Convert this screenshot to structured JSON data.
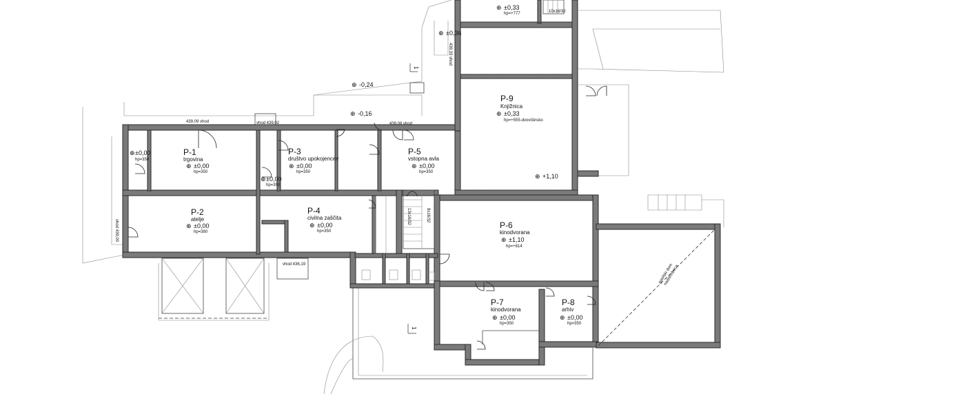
{
  "rooms": [
    {
      "code": "P-1",
      "name": "trgovina",
      "level": "±0,00",
      "hp": "hp=350"
    },
    {
      "code": "P-2",
      "name": "atelje",
      "level": "±0,00",
      "hp": "hp=380"
    },
    {
      "code": "P-3",
      "name": "društvo upokojencev",
      "level": "±0,00",
      "hp": "hp=350"
    },
    {
      "code": "P-4",
      "name": "civilna zaščita",
      "level": "±0,00",
      "hp": "hp=350"
    },
    {
      "code": "P-5",
      "name": "vstopna avla",
      "level": "±0,00",
      "hp": "hp=350"
    },
    {
      "code": "P-6",
      "name": "kinodvorana",
      "level": "±1,10",
      "hp": "hp=+814"
    },
    {
      "code": "P-7",
      "name": "kinodvorana",
      "level": "±0,00",
      "hp": "hp=350"
    },
    {
      "code": "P-8",
      "name": "arhiv",
      "level": "±0,00",
      "hp": "hp=350"
    },
    {
      "code": "P-9",
      "name": "Knjižnica",
      "level": "±0,33",
      "hp": "hp=+555-dvovišinsko"
    }
  ],
  "elevations": {
    "top_room": "±0,33",
    "top_room_hp": "hp=+777",
    "ext_036": "±0,36",
    "ext_024": "-0,24",
    "ext_016": "-0,16",
    "ext_110": "+1,10",
    "p1_local": "±0,00",
    "p1_local_hp": "hp=350",
    "p3_local": "±0,00",
    "p3_local_hp": "hp=350"
  },
  "entrances": {
    "vhod_a": "439,09 vhod",
    "vhod_b": "vhod 439,02",
    "vhod_c": "439,08 vhod",
    "vhod_south": "vhod 436,19",
    "vhod_east": "439,33 vhod",
    "vhod_west": "vhod 439,00"
  },
  "stairs": {
    "left": "13x16/32",
    "right": "8x16/32",
    "top": "10x16/32"
  },
  "neighbour": {
    "line1": "gasilski dom",
    "line2": "nadstrešnica"
  },
  "section_mark": "1"
}
